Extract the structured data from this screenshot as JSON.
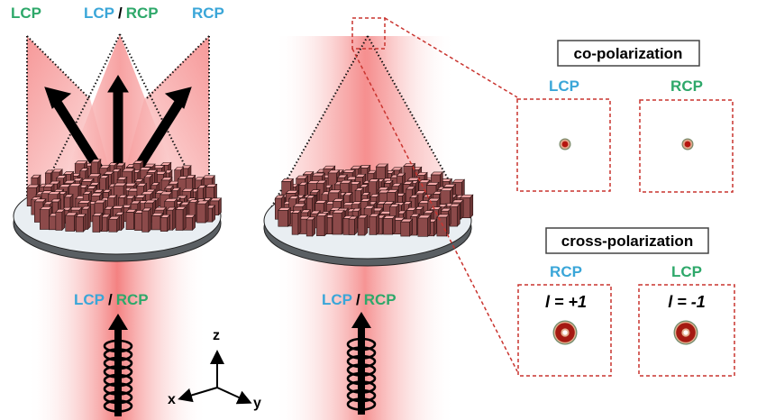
{
  "colors": {
    "lcp_blue": "#3aa6d8",
    "rcp_green": "#2ea86a",
    "beam_red": "#f26b6b",
    "pillar": "#8c4a4a",
    "pillar_top": "#f4a8a8",
    "dashed_red": "#d9544f",
    "donut_dark": "#a51a12"
  },
  "left_panel": {
    "outputs": [
      {
        "text": "LCP",
        "color": "rcp_green"
      },
      {
        "text_a": "LCP",
        "sep": "/",
        "text_b": "RCP"
      },
      {
        "text": "RCP",
        "color": "lcp_blue"
      }
    ],
    "input_label": {
      "a": "LCP",
      "sep": "/",
      "b": "RCP"
    }
  },
  "middle_panel": {
    "input_label": {
      "a": "LCP",
      "sep": "/",
      "b": "RCP"
    }
  },
  "axes": {
    "z": "z",
    "x": "x",
    "y": "y"
  },
  "right_panel": {
    "co": {
      "title": "co-polarization",
      "cells": [
        {
          "label": "LCP",
          "color": "lcp_blue"
        },
        {
          "label": "RCP",
          "color": "rcp_green"
        }
      ]
    },
    "cross": {
      "title": "cross-polarization",
      "cells": [
        {
          "label": "RCP",
          "color": "lcp_blue",
          "charge": "l = +1"
        },
        {
          "label": "LCP",
          "color": "rcp_green",
          "charge": "l = -1"
        }
      ]
    }
  }
}
